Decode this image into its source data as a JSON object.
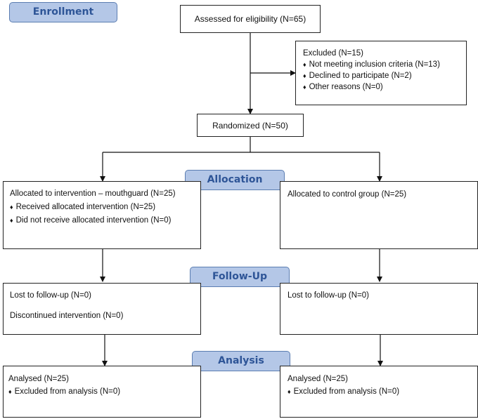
{
  "stages": {
    "enrollment": "Enrollment",
    "allocation": "Allocation",
    "followup": "Follow-Up",
    "analysis": "Analysis"
  },
  "assessed": "Assessed for eligibility (N=65)",
  "excluded": {
    "title": "Excluded  (N=15)",
    "items": [
      "Not meeting inclusion criteria (N=13)",
      "Declined to participate (N=2)",
      "Other reasons (N=0)"
    ]
  },
  "randomized": "Randomized (N=50)",
  "intervention": {
    "title": "Allocated to intervention – mouthguard (N=25)",
    "items": [
      "Received allocated intervention (N=25)",
      "Did not receive allocated intervention (N=0)"
    ]
  },
  "control": {
    "title": "Allocated to control group (N=25)"
  },
  "followup_left": {
    "lost": "Lost to follow-up (N=0)",
    "discontinued": "Discontinued intervention (N=0)"
  },
  "followup_right": {
    "lost": "Lost to follow-up (N=0)"
  },
  "analysis_left": {
    "title": "Analysed  (N=25)",
    "items": [
      "Excluded from analysis (N=0)"
    ]
  },
  "analysis_right": {
    "title": "Analysed  (N=25)",
    "items": [
      "Excluded from analysis (N=0)"
    ]
  }
}
